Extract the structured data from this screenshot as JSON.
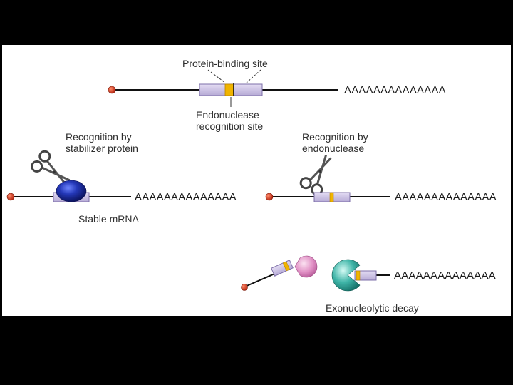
{
  "labels": {
    "protein_binding_site": "Protein-binding site",
    "endonuclease_site_line1": "Endonuclease",
    "endonuclease_site_line2": "recognition site",
    "stabilizer_line1": "Recognition by",
    "stabilizer_line2": "stabilizer protein",
    "endonuclease_line1": "Recognition by",
    "endonuclease_line2": "endonuclease",
    "stable_mrna": "Stable mRNA",
    "exonucleolytic_decay": "Exonucleolytic decay"
  },
  "poly_a_tail": "AAAAAAAAAAAAAA",
  "colors": {
    "background": "#000000",
    "panel": "#ffffff",
    "cap": "#c8321e",
    "element_box": "#c9bfe0",
    "element_border": "#7d6fa8",
    "site_marker": "#f0b400",
    "stabilizer_protein": "#1f2f9c",
    "endonuclease_exo": "#d98ac0",
    "exonuclease": "#3fb5a8"
  }
}
